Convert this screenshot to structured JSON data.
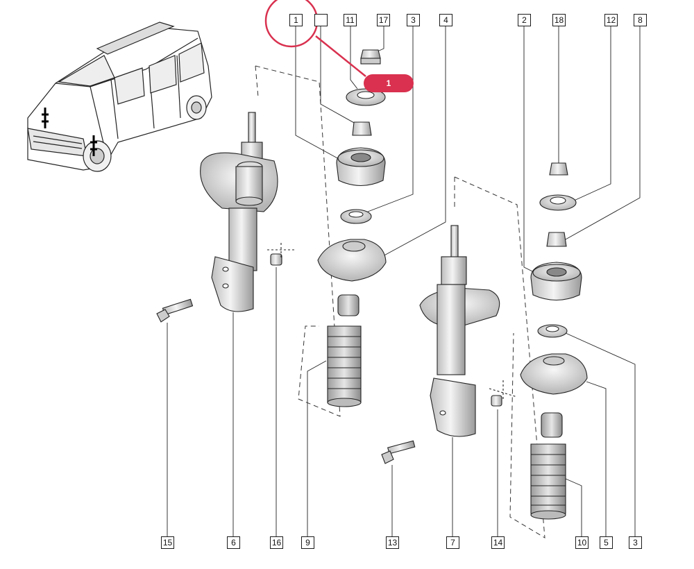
{
  "diagram": {
    "highlight_color": "#d9314f",
    "callout_label": "1",
    "reference_labels": {
      "top": [
        "1",
        "",
        "11",
        "17",
        "3",
        "4",
        "2",
        "18",
        "12",
        "8"
      ],
      "bottom": [
        "15",
        "6",
        "16",
        "9",
        "13",
        "7",
        "14",
        "10",
        "5",
        "3"
      ]
    },
    "icons": [
      "vehicle-thumbnail-icon",
      "strut-assembly-icon",
      "top-mount-icon",
      "bump-stop-boot-icon",
      "bolt-icon",
      "nut-icon",
      "bearing-ring-icon"
    ]
  }
}
